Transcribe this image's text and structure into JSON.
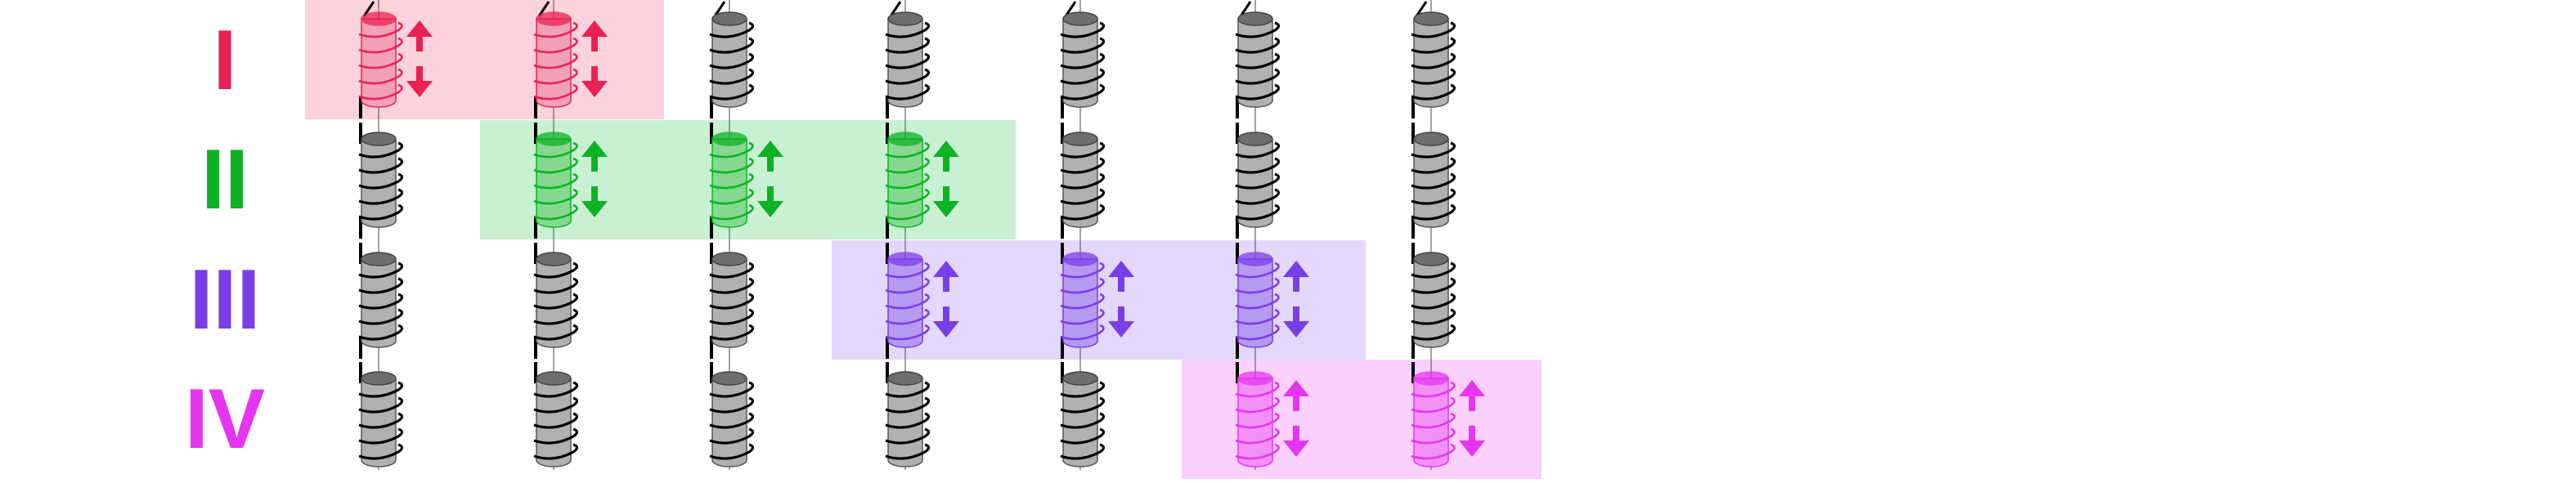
{
  "phases": [
    {
      "label": "I",
      "color": "#ea2152",
      "band": "#fcd2dc",
      "coil": "#f3a0b5",
      "active_columns": [
        1,
        2
      ]
    },
    {
      "label": "II",
      "color": "#0db225",
      "band": "#c9f0d3",
      "coil": "#86d890",
      "active_columns": [
        2,
        3,
        4
      ]
    },
    {
      "label": "III",
      "color": "#7a3ee8",
      "band": "#e3d8fb",
      "coil": "#b69af2",
      "active_columns": [
        4,
        5,
        6
      ]
    },
    {
      "label": "IV",
      "color": "#e535f0",
      "band": "#fbd0fc",
      "coil": "#f290f6",
      "active_columns": [
        6,
        7
      ]
    }
  ],
  "columns": [
    1,
    2,
    3,
    4,
    5,
    6,
    7
  ],
  "inactive_coil_color": "#b0b0b0",
  "arrow_directions": [
    "up",
    "down"
  ]
}
